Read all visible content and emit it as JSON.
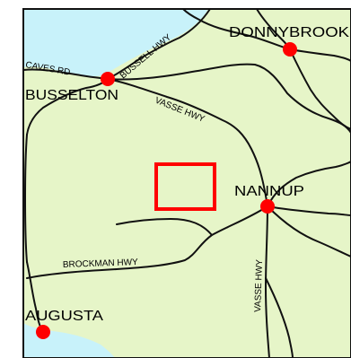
{
  "colors": {
    "land": "#e6f5c8",
    "water": "#c8f2fa",
    "road": "#111111",
    "town": "#ff0000",
    "study_area": "#ff0000",
    "background": "#ffffff"
  },
  "towns": {
    "donnybrook": "DONNYBROOK",
    "busselton": "BUSSELTON",
    "nannup": "NANNUP",
    "augusta": "AUGUSTA"
  },
  "roads": {
    "caves_rd": "CAVES RD",
    "bussell_hwy": "BUSSELL HWY",
    "vasse_hwy_north": "VASSE HWY",
    "brockman_hwy": "BROCKMAN HWY",
    "vasse_hwy_south": "VASSE HWY"
  }
}
